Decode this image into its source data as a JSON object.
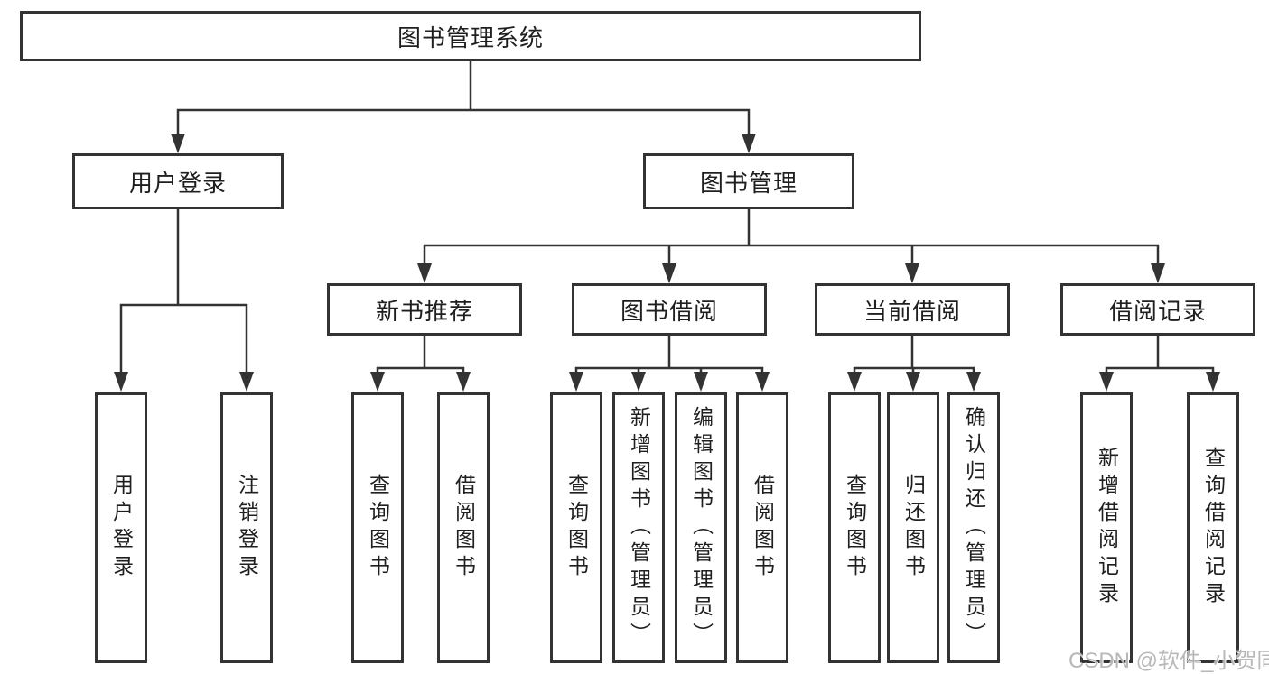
{
  "diagram": {
    "title": "图书管理系统",
    "branches": [
      {
        "label": "用户登录",
        "leaves": [
          "用户登录",
          "注销登录"
        ]
      },
      {
        "label": "图书管理",
        "children": [
          {
            "label": "新书推荐",
            "leaves": [
              "查询图书",
              "借阅图书"
            ]
          },
          {
            "label": "图书借阅",
            "leaves": [
              "查询图书",
              "新增图书（管理员）",
              "编辑图书（管理员）",
              "借阅图书"
            ]
          },
          {
            "label": "当前借阅",
            "leaves": [
              "查询图书",
              "归还图书",
              "确认归还（管理员）"
            ]
          },
          {
            "label": "借阅记录",
            "leaves": [
              "新增借阅记录",
              "查询借阅记录"
            ]
          }
        ]
      }
    ]
  },
  "watermark": {
    "text": "CSDN @软件_小贺同学"
  },
  "colors": {
    "line": "#333333",
    "box_border": "#333333",
    "text": "#1f1f1f",
    "background": "#ffffff",
    "watermark": "#b2b2b2"
  }
}
